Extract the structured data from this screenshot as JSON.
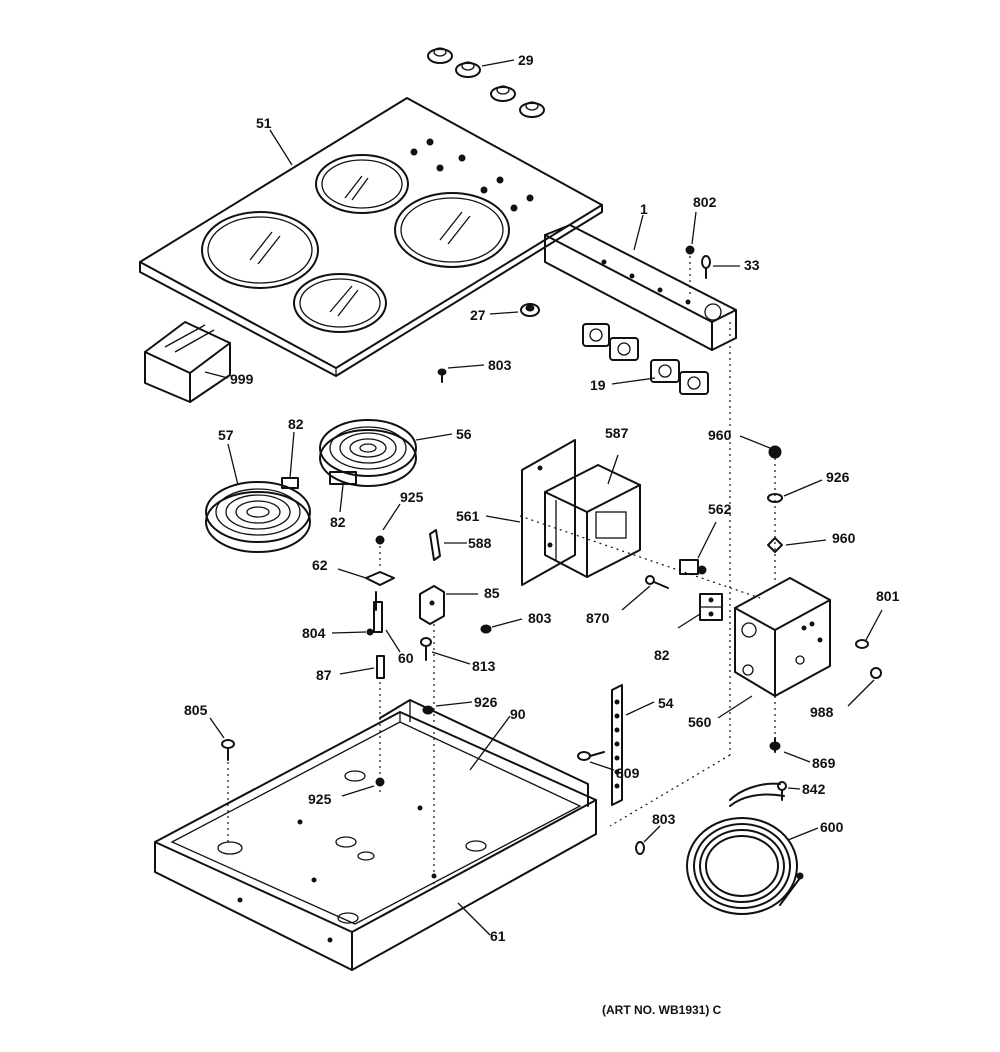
{
  "diagram": {
    "art_number": "(ART NO. WB1931) C",
    "callouts": {
      "c29": "29",
      "c51": "51",
      "c1": "1",
      "c802": "802",
      "c33": "33",
      "c27": "27",
      "c999": "999",
      "c803a": "803",
      "c19": "19",
      "c57": "57",
      "c82a": "82",
      "c56": "56",
      "c82b": "82",
      "c925a": "925",
      "c587": "587",
      "c960a": "960",
      "c926a": "926",
      "c561": "561",
      "c588": "588",
      "c562": "562",
      "c960b": "960",
      "c62": "62",
      "c85": "85",
      "c803b": "803",
      "c870": "870",
      "c801": "801",
      "c804": "804",
      "c60": "60",
      "c82c": "82",
      "c813": "813",
      "c87": "87",
      "c988": "988",
      "c560": "560",
      "c54": "54",
      "c805": "805",
      "c926b": "926",
      "c90": "90",
      "c809": "809",
      "c869": "869",
      "c925b": "925",
      "c842": "842",
      "c803c": "803",
      "c600": "600",
      "c61": "61"
    }
  }
}
